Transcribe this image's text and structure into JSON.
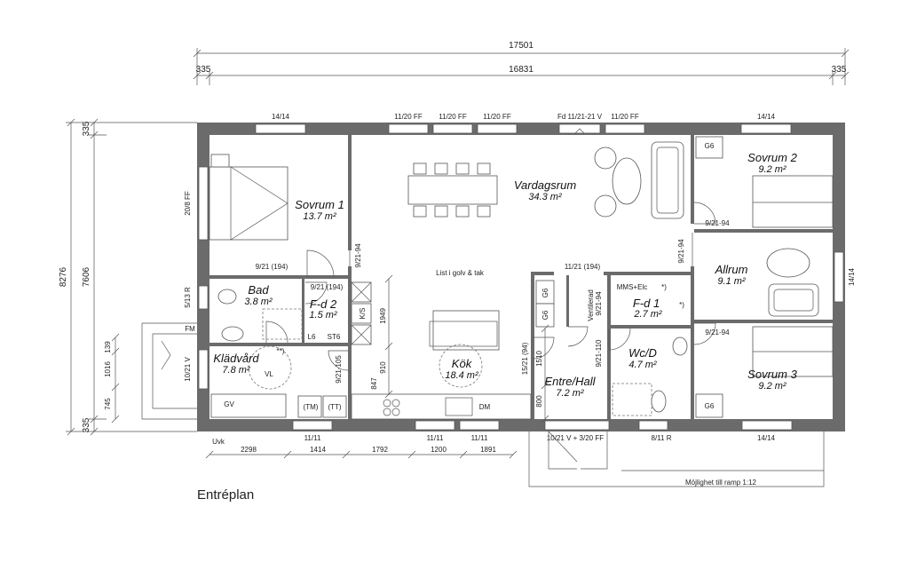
{
  "title": "Entréplan",
  "overall_dims": {
    "total_width": "17501",
    "inner_width": "16831",
    "wall_left": "335",
    "wall_right": "335",
    "total_depth": "8276",
    "inner_depth": "7606",
    "wall_top": "335",
    "wall_bottom": "335"
  },
  "rooms": [
    {
      "id": "sovrum1",
      "name": "Sovrum 1",
      "area": "13.7 m²"
    },
    {
      "id": "vardagsrum",
      "name": "Vardagsrum",
      "area": "34.3 m²"
    },
    {
      "id": "sovrum2",
      "name": "Sovrum 2",
      "area": "9.2 m²"
    },
    {
      "id": "allrum",
      "name": "Allrum",
      "area": "9.1 m²"
    },
    {
      "id": "sovrum3",
      "name": "Sovrum 3",
      "area": "9.2 m²"
    },
    {
      "id": "bad",
      "name": "Bad",
      "area": "3.8 m²"
    },
    {
      "id": "fd2",
      "name": "F-d 2",
      "area": "1.5 m²"
    },
    {
      "id": "kladvard",
      "name": "Klädvård",
      "area": "7.8 m²"
    },
    {
      "id": "kok",
      "name": "Kök",
      "area": "18.4 m²"
    },
    {
      "id": "entre",
      "name": "Entre/Hall",
      "area": "7.2 m²"
    },
    {
      "id": "fd1",
      "name": "F-d 1",
      "area": "2.7 m²"
    },
    {
      "id": "wcd",
      "name": "Wc/D",
      "area": "4.7 m²"
    }
  ],
  "window_labels": {
    "w_top_1": "14/14",
    "w_top_2": "11/20 FF",
    "w_top_3": "11/20 FF",
    "w_top_4": "11/20 FF",
    "w_top_5": "Fd 11/21-21 V",
    "w_top_6": "11/20 FF",
    "w_top_7": "14/14",
    "w_left_1": "20/8 FF",
    "w_left_2": "5/13 R",
    "w_left_3": "10/21 V",
    "w_right_1": "14/14",
    "w_bot_1": "11/11",
    "w_bot_2": "11/11",
    "w_bot_3": "11/11",
    "w_bot_4": "10/21 V + 3/20 FF",
    "w_bot_5": "8/11 R",
    "w_bot_6": "14/14"
  },
  "door_labels": {
    "d1": "9/21 (194)",
    "d2": "9/21-94",
    "d3": "9/21 (194)",
    "d4": "9/21-105",
    "d5": "11/21 (194)",
    "d6": "9/21-94",
    "d7": "9/21-94",
    "d8": "9/21-94",
    "d9": "9/21-94",
    "d10": "15/21 (94)",
    "d11": "9/21-110"
  },
  "fixture_labels": {
    "g6_a": "G6",
    "g6_b": "G6",
    "g6_c": "G6",
    "g6_d": "G6",
    "fm": "FM",
    "ks": "K/S",
    "l6": "L6",
    "st6": "ST6",
    "gv": "GV",
    "tm": "(TM)",
    "tt": "(TT)",
    "dm": "DM",
    "vl": "VL",
    "mms": "MMS+Elc",
    "star1": "*)",
    "star2": "*)",
    "star3": "**)",
    "ventilerad": "Ventilerad",
    "list": "List i golv & tak",
    "uvk": "Uvk",
    "ramp": "Möjlighet till ramp 1:12"
  },
  "inner_dims": {
    "v1949": "1949",
    "v910": "910",
    "v847": "847",
    "v1510": "1510",
    "v800": "800",
    "v139": "139",
    "v1016": "1016",
    "v745": "745"
  },
  "bottom_dims": [
    "2298",
    "1414",
    "1792",
    "1200",
    "1891"
  ]
}
